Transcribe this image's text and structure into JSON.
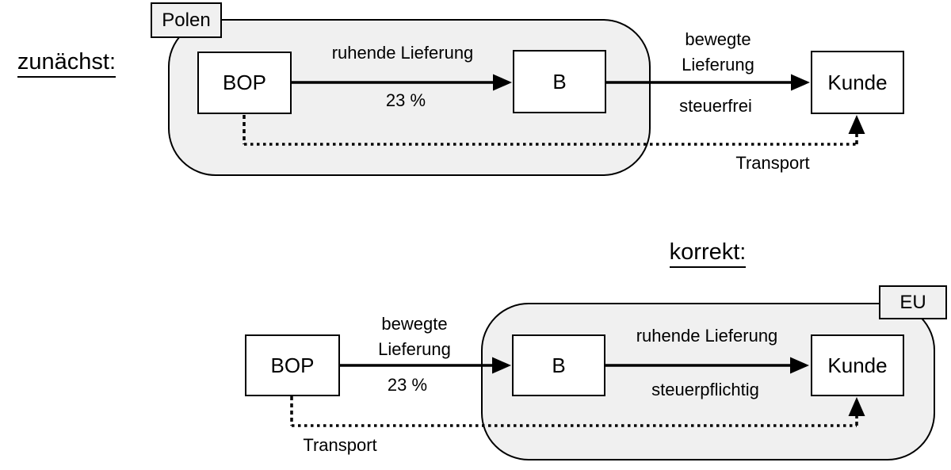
{
  "colors": {
    "region_fill": "#f0f0f0",
    "node_fill": "#ffffff",
    "line": "#000000"
  },
  "scenarios": [
    {
      "heading": "zunächst:",
      "region_tag": "Polen",
      "nodes": {
        "seller": "BOP",
        "intermediary": "B",
        "customer": "Kunde"
      },
      "arrow_seller_to_intermediary": {
        "label_above": "ruhende Lieferung",
        "label_below": "23 %"
      },
      "arrow_intermediary_to_customer": {
        "label_above_line1": "bewegte",
        "label_above_line2": "Lieferung",
        "label_below": "steuerfrei"
      },
      "transport_label": "Transport"
    },
    {
      "heading": "korrekt:",
      "region_tag": "EU",
      "nodes": {
        "seller": "BOP",
        "intermediary": "B",
        "customer": "Kunde"
      },
      "arrow_seller_to_intermediary": {
        "label_above_line1": "bewegte",
        "label_above_line2": "Lieferung",
        "label_below": "23 %"
      },
      "arrow_intermediary_to_customer": {
        "label_above": "ruhende Lieferung",
        "label_below": "steuerpflichtig"
      },
      "transport_label": "Transport"
    }
  ]
}
